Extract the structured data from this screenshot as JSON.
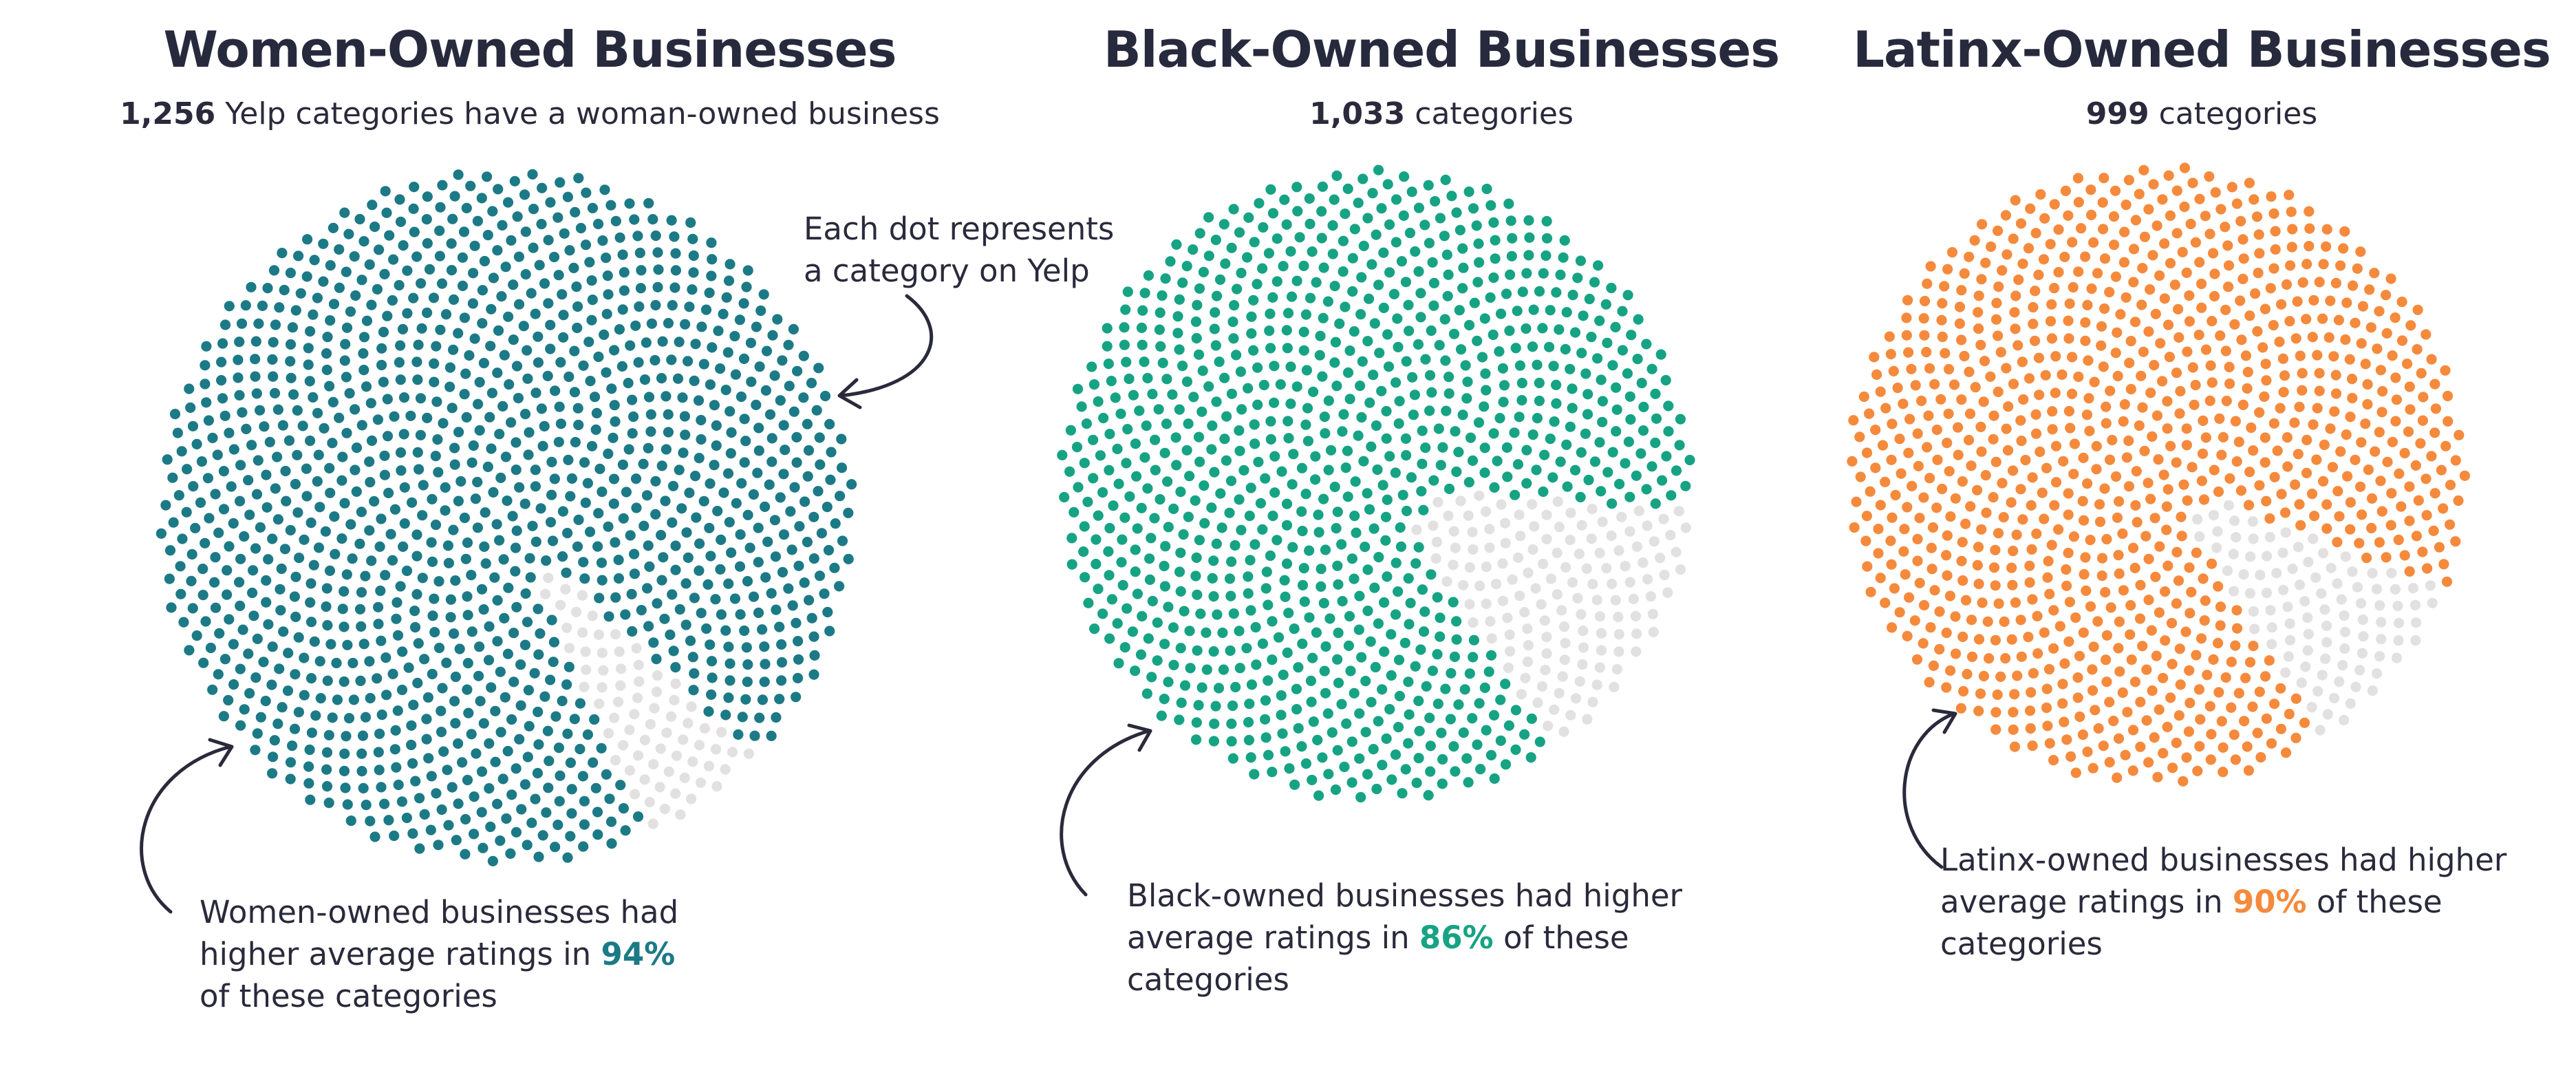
{
  "colors": {
    "women": "#1c7a86",
    "black": "#16a383",
    "latinx": "#f58a3c",
    "remainder": "#e3e0e1",
    "text": "#2a2a3c"
  },
  "annotation": {
    "line1": "Each dot represents",
    "line2": "a category on Yelp"
  },
  "panels": [
    {
      "title": "Women-Owned Businesses",
      "count_bold": "1,256",
      "count_rest": " Yelp categories have a woman-owned business",
      "note_pre": "Women-owned businesses had higher average ratings in ",
      "note_pct": "94%",
      "note_post": " of these categories"
    },
    {
      "title": "Black-Owned Businesses",
      "count_bold": "1,033",
      "count_rest": " categories",
      "note_pre": "Black-owned businesses had higher average ratings in ",
      "note_pct": "86%",
      "note_post": " of these categories"
    },
    {
      "title": "Latinx-Owned Businesses",
      "count_bold": "999",
      "count_rest": " categories",
      "note_pre": "Latinx-owned businesses had higher average ratings in ",
      "note_pct": "90%",
      "note_post": " of these categories"
    }
  ],
  "chart_data": [
    {
      "type": "dot-spiral",
      "title": "Women-Owned Businesses",
      "total": 1256,
      "higher_share": 0.94,
      "color": "#1c7a86"
    },
    {
      "type": "dot-spiral",
      "title": "Black-Owned Businesses",
      "total": 1033,
      "higher_share": 0.86,
      "color": "#16a383"
    },
    {
      "type": "dot-spiral",
      "title": "Latinx-Owned Businesses",
      "total": 999,
      "higher_share": 0.9,
      "color": "#f58a3c"
    }
  ]
}
